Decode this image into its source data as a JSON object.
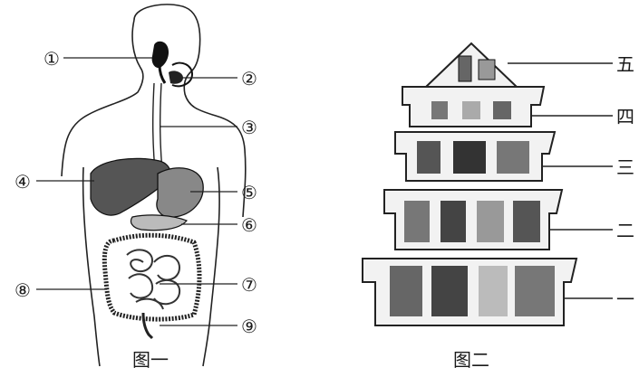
{
  "figure1": {
    "caption": "图一",
    "labels": [
      {
        "id": "1",
        "text": "①"
      },
      {
        "id": "2",
        "text": "②"
      },
      {
        "id": "3",
        "text": "③"
      },
      {
        "id": "4",
        "text": "④"
      },
      {
        "id": "5",
        "text": "⑤"
      },
      {
        "id": "6",
        "text": "⑥"
      },
      {
        "id": "7",
        "text": "⑦"
      },
      {
        "id": "8",
        "text": "⑧"
      },
      {
        "id": "9",
        "text": "⑨"
      }
    ]
  },
  "figure2": {
    "caption": "图二",
    "levels": [
      {
        "id": "five",
        "text": "五"
      },
      {
        "id": "four",
        "text": "四"
      },
      {
        "id": "three",
        "text": "三"
      },
      {
        "id": "two",
        "text": "二"
      },
      {
        "id": "one",
        "text": "一"
      }
    ]
  }
}
